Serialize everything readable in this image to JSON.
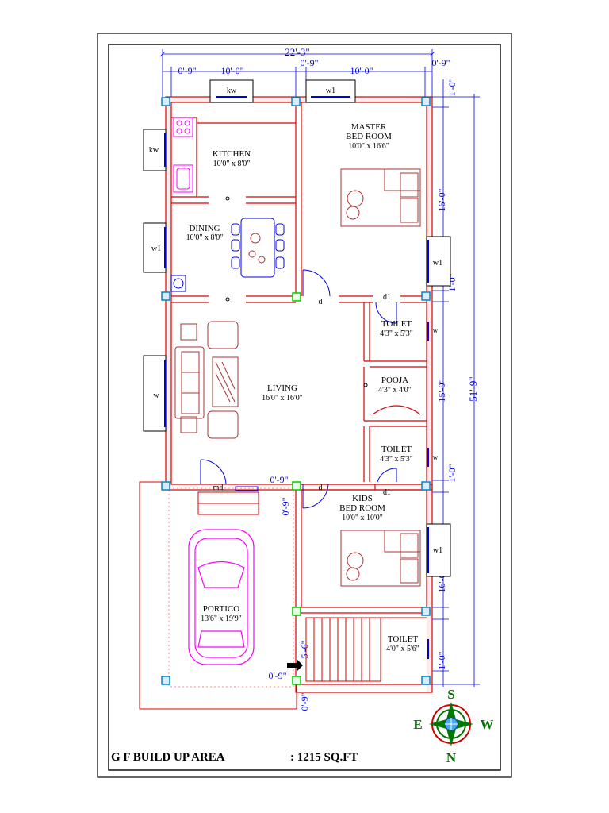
{
  "overall_width": "22'-3\"",
  "top_dims": [
    "0'-9\"",
    "10'-0\"",
    "0'-9\"",
    "10'-0\"",
    "0'-9\""
  ],
  "right_inner_dims": [
    "1'-0\"",
    "16'-0\"",
    "1'-0\"",
    "15'-9\"",
    "1'-0\"",
    "16'-0\"",
    "5'-6\"",
    "1'-0\""
  ],
  "overall_length": "51'-9\"",
  "misc_dims": [
    "0'-9\"",
    "0'-9\"",
    "0'-9\"",
    "0'-9\""
  ],
  "rooms": {
    "kitchen": {
      "name": "KITCHEN",
      "size": "10'0\" x 8'0\""
    },
    "dining": {
      "name": "DINING",
      "size": "10'0\" x 8'0\""
    },
    "master": {
      "name1": "MASTER",
      "name2": "BED ROOM",
      "size": "10'0\" x 16'6\""
    },
    "toilet1": {
      "name": "TOILET",
      "size": "4'3\" x 5'3\""
    },
    "living": {
      "name": "LIVING",
      "size": "16'0\" x 16'0\""
    },
    "pooja": {
      "name": "POOJA",
      "size": "4'3\" x 4'0\""
    },
    "toilet2": {
      "name": "TOILET",
      "size": "4'3\" x 5'3\""
    },
    "kids": {
      "name1": "KIDS",
      "name2": "BED ROOM",
      "size": "10'0\" x 10'0\""
    },
    "portico": {
      "name": "PORTICO",
      "size": "13'6\" x 19'9\""
    },
    "toilet3": {
      "name": "TOILET",
      "size": "4'0\" x 5'6\""
    }
  },
  "openings": {
    "kw_top": "kw",
    "w1_top": "w1",
    "kw_left": "kw",
    "w1_left": "w1",
    "w_left": "w",
    "w1_right_master": "w1",
    "w_right_toilet1": "w",
    "w_right_toilet2": "w",
    "w1_right_kids": "w1",
    "d_master": "d",
    "d1_toilet1": "d1",
    "md": "md",
    "d_kids": "d",
    "d1_toilet2": "d1"
  },
  "compass": {
    "north": "N",
    "south": "S",
    "east": "E",
    "west": "W"
  },
  "footer": {
    "label": "G F BUILD UP AREA",
    "value": ": 1215 SQ.FT"
  },
  "colors": {
    "wall": "#dd0000",
    "furniture": "#aa3333",
    "dimension": "#0000dd",
    "column": "#0088cc",
    "car": "#ff00ff"
  }
}
